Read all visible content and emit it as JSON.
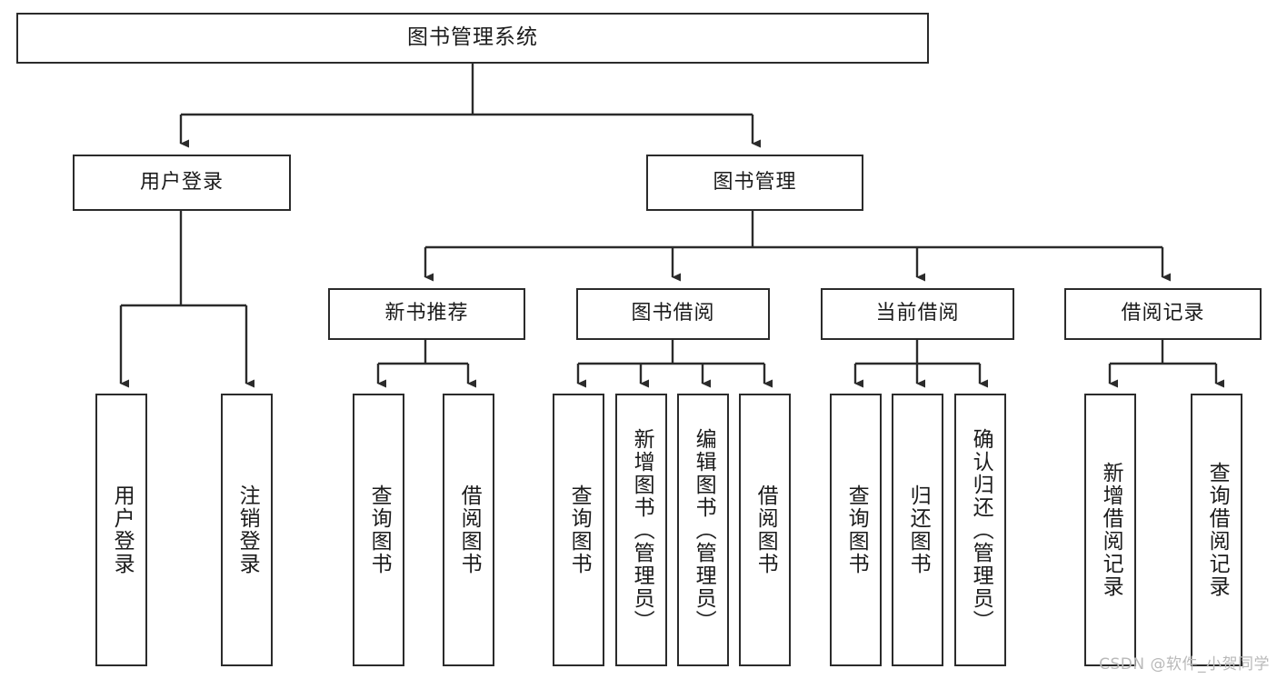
{
  "diagram": {
    "title": "图书管理系统",
    "type": "hierarchy-tree",
    "watermark": "CSDN @软件_小贺同学",
    "colors": {
      "stroke": "#2b2b2b",
      "fill": "#ffffff",
      "text": "#1b1b1b",
      "watermark": "#b9b9b9"
    },
    "levels": {
      "root": {
        "label": "图书管理系统"
      },
      "level2": [
        {
          "label": "用户登录"
        },
        {
          "label": "图书管理"
        }
      ],
      "level3": [
        {
          "label": "新书推荐"
        },
        {
          "label": "图书借阅"
        },
        {
          "label": "当前借阅"
        },
        {
          "label": "借阅记录"
        }
      ],
      "leaves": {
        "user_login": [
          {
            "label": "用户登录"
          },
          {
            "label": "注销登录"
          }
        ],
        "new_book_recommend": [
          {
            "label": "查询图书"
          },
          {
            "label": "借阅图书"
          }
        ],
        "book_borrow": [
          {
            "label": "查询图书"
          },
          {
            "label": "新增图书（管理员）"
          },
          {
            "label": "编辑图书（管理员）"
          },
          {
            "label": "借阅图书"
          }
        ],
        "current_borrow": [
          {
            "label": "查询图书"
          },
          {
            "label": "归还图书"
          },
          {
            "label": "确认归还（管理员）"
          }
        ],
        "borrow_record": [
          {
            "label": "新增借阅记录"
          },
          {
            "label": "查询借阅记录"
          }
        ]
      }
    }
  }
}
